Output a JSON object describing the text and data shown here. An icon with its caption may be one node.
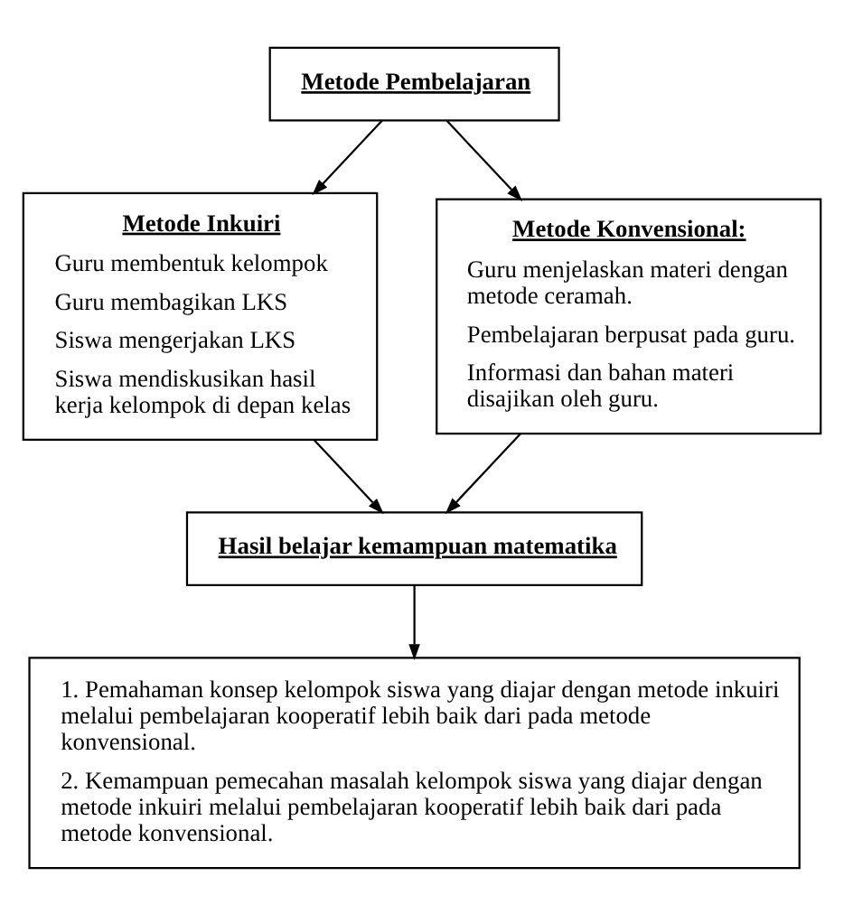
{
  "diagram": {
    "nodes": [
      {
        "text": [
          "Metode Pembelajaran"
        ]
      },
      {
        "text": [
          "Metode Inkuiri",
          "Guru membentuk kelompok",
          "Guru membagikan LKS",
          "Siswa mengerjakan LKS",
          "Siswa mendiskusikan hasil kerja kelompok di depan kelas"
        ]
      },
      {
        "text": [
          "Metode Konvensional:",
          "Guru menjelaskan materi dengan metode ceramah.",
          "Pembelajaran berpusat pada guru.",
          "Informasi dan bahan materi disajikan oleh guru."
        ]
      },
      {
        "text": [
          "Hasil belajar kemampuan matematika"
        ]
      },
      {
        "text": [
          "1. Pemahaman konsep kelompok siswa yang diajar dengan metode inkuiri melalui pembelajaran kooperatif lebih baik dari pada metode konvensional.",
          "2. Kemampuan pemecahan masalah kelompok siswa yang diajar dengan metode inkuiri melalui pembelajaran kooperatif lebih baik dari pada metode konvensional."
        ]
      }
    ],
    "edges": [
      {
        "from": 0,
        "to": 1,
        "arrow": "to"
      },
      {
        "from": 0,
        "to": 2,
        "arrow": "to"
      },
      {
        "from": 1,
        "to": 3,
        "arrow": "to"
      },
      {
        "from": 2,
        "to": 3,
        "arrow": "to"
      },
      {
        "from": 3,
        "to": 4,
        "arrow": "to"
      }
    ]
  }
}
